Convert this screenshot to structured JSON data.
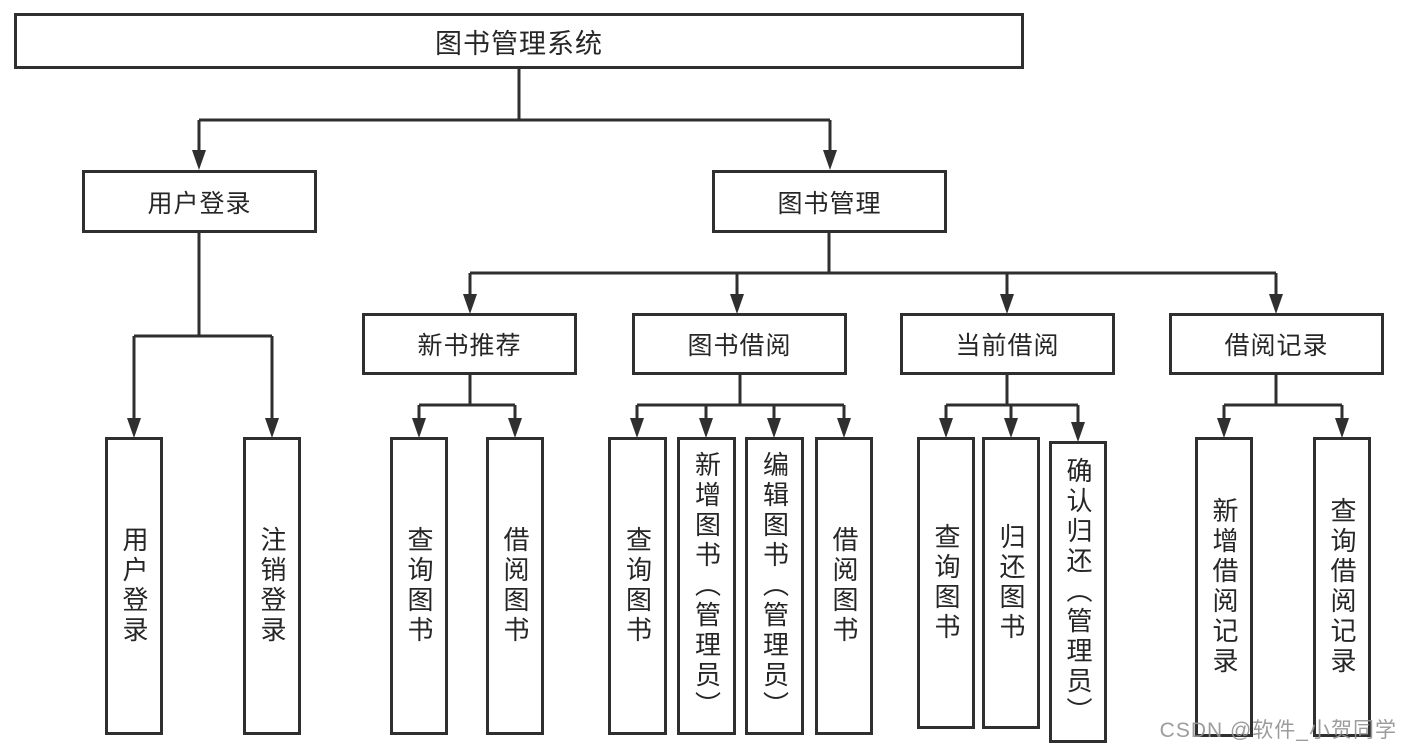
{
  "diagram": {
    "title": "图书管理系统",
    "root": {
      "label": "图书管理系统"
    },
    "branches": [
      {
        "label": "用户登录",
        "children": [
          {
            "label": "用户登录"
          },
          {
            "label": "注销登录"
          }
        ]
      },
      {
        "label": "图书管理",
        "children": [
          {
            "label": "新书推荐",
            "children": [
              {
                "label": "查询图书"
              },
              {
                "label": "借阅图书"
              }
            ]
          },
          {
            "label": "图书借阅",
            "children": [
              {
                "label": "查询图书"
              },
              {
                "label": "新增图书（管理员）"
              },
              {
                "label": "编辑图书（管理员）"
              },
              {
                "label": "借阅图书"
              }
            ]
          },
          {
            "label": "当前借阅",
            "children": [
              {
                "label": "查询图书"
              },
              {
                "label": "归还图书"
              },
              {
                "label": "确认归还（管理员）"
              }
            ]
          },
          {
            "label": "借阅记录",
            "children": [
              {
                "label": "新增借阅记录"
              },
              {
                "label": "查询借阅记录"
              }
            ]
          }
        ]
      }
    ]
  },
  "watermark": {
    "text": "CSDN @软件_小贺同学"
  },
  "colors": {
    "line": "#2f2f2f",
    "text": "#262626",
    "box_fill": "#ffffff",
    "watermark": "#949494",
    "background": "#ffffff"
  }
}
